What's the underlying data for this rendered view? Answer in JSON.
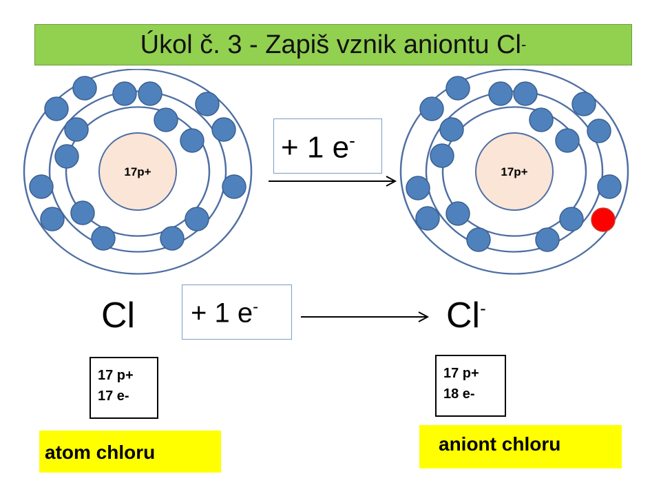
{
  "title": {
    "text": "Úkol č. 3 - Zapiš vznik aniontu Cl",
    "superscript": "-"
  },
  "atom_left": {
    "nucleus_label": "17p+",
    "electrons_per_shell": [
      2,
      8,
      7
    ]
  },
  "atom_right": {
    "nucleus_label": "17p+",
    "electrons_per_shell": [
      2,
      8,
      8
    ],
    "added_electron_color": "#ff0000"
  },
  "electron_color": "#4f81bd",
  "nucleus_color": "#fbe5d6",
  "reaction_top": {
    "text": "+ 1 e",
    "superscript": "-"
  },
  "reaction_bottom": {
    "text": "+ 1 e",
    "superscript": "-"
  },
  "symbol_left": {
    "text": "Cl"
  },
  "symbol_right": {
    "text": "Cl",
    "superscript": "-"
  },
  "counts_left": {
    "protons": "17 p+",
    "electrons": "17 e-"
  },
  "counts_right": {
    "protons": "17 p+",
    "electrons": "18 e-"
  },
  "label_left": "atom chloru",
  "label_right": "aniont chloru"
}
